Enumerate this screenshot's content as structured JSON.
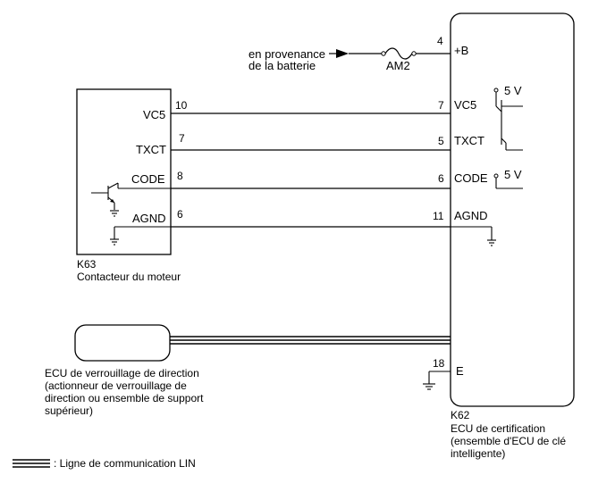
{
  "battery": {
    "source_line1": "en provenance",
    "source_line2": "de la batterie",
    "fuse": "AM2",
    "pin": "4",
    "terminal": "+B"
  },
  "k63": {
    "code": "K63",
    "name": "Contacteur du moteur",
    "terminals": [
      {
        "label": "VC5",
        "pin": "10"
      },
      {
        "label": "TXCT",
        "pin": "7"
      },
      {
        "label": "CODE",
        "pin": "8"
      },
      {
        "label": "AGND",
        "pin": "6"
      }
    ]
  },
  "k62": {
    "code": "K62",
    "name_line1": "ECU de certification",
    "name_line2": "(ensemble d'ECU de clé",
    "name_line3": "intelligente)",
    "terminals": [
      {
        "label": "VC5",
        "pin": "7"
      },
      {
        "label": "TXCT",
        "pin": "5"
      },
      {
        "label": "CODE",
        "pin": "6"
      },
      {
        "label": "AGND",
        "pin": "11"
      },
      {
        "label": "E",
        "pin": "18"
      }
    ],
    "supply_vc5": "5 V",
    "supply_code": "5 V"
  },
  "steering_ecu": {
    "line1": "ECU de verrouillage de direction",
    "line2": "(actionneur de verrouillage de",
    "line3": "direction ou ensemble de support",
    "line4": "supérieur)"
  },
  "legend": {
    "text": ": Ligne de communication LIN"
  }
}
